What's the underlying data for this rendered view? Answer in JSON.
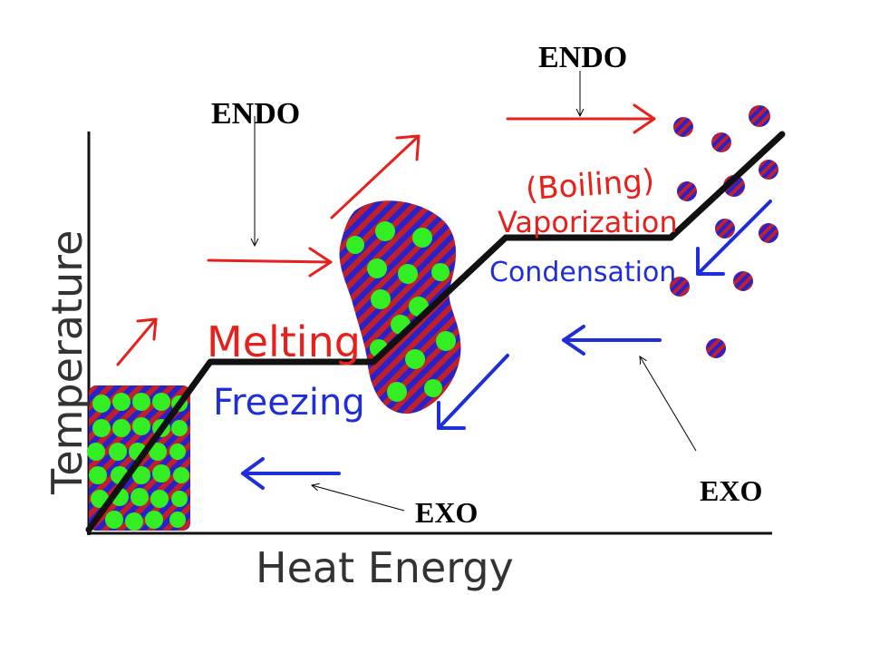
{
  "axes": {
    "y_label": "Temperature",
    "x_label": "Heat Energy"
  },
  "processes": {
    "melting": "Melting",
    "freezing": "Freezing",
    "boiling": "(Boiling)",
    "vaporization": "Vaporization",
    "condensation": "Condensation"
  },
  "callouts": {
    "endo_left": "ENDO",
    "endo_right": "ENDO",
    "exo_left": "EXO",
    "exo_right": "EXO"
  },
  "colors": {
    "curve": "#111111",
    "endothermic": "#e8201c",
    "exothermic": "#1e2ed8",
    "particle_solid_liquid": "#33ee22",
    "particle_gas_stripe_a": "#c0202c",
    "particle_gas_stripe_b": "#2a22c8",
    "callout_text": "#000000"
  }
}
